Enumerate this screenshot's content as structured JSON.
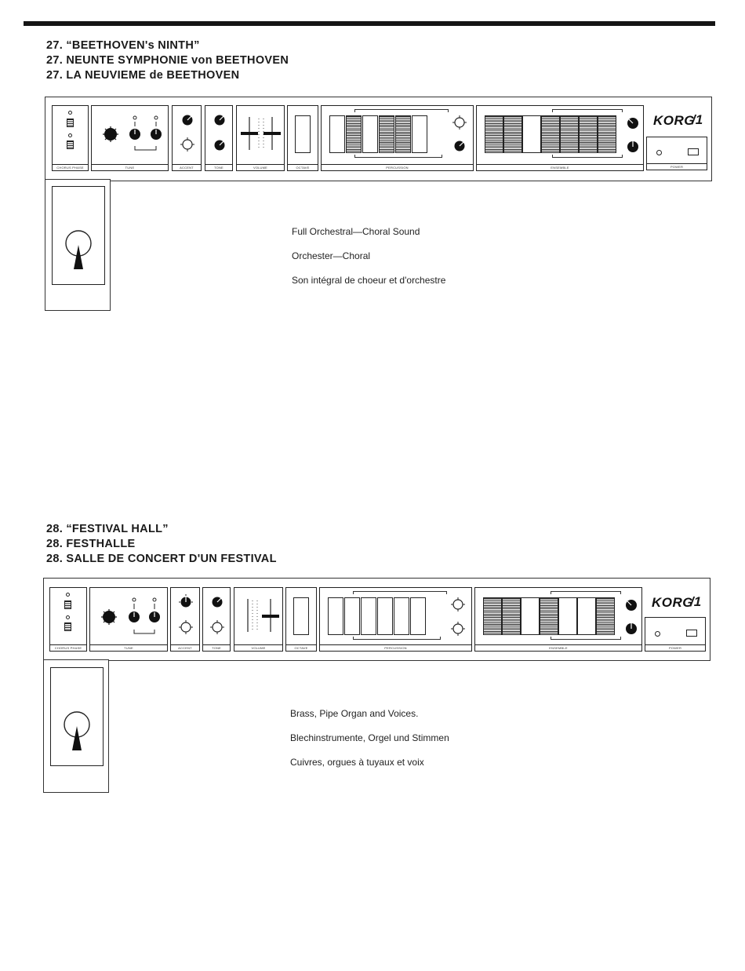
{
  "sections": [
    {
      "heading": [
        "27. “BEETHOVEN's NINTH”",
        "27. NEUNTE SYMPHONIE von BEETHOVEN",
        "27. LA NEUVIEME de BEETHOVEN"
      ],
      "descriptions": [
        "Full Orchestral—Choral Sound",
        "Orchester—Choral",
        "Son intégral de choeur et d'orchestre"
      ],
      "percussion_tabs_on": [
        false,
        true,
        false,
        true,
        true,
        false
      ],
      "ensemble_tabs_on": [
        true,
        true,
        false,
        true,
        true,
        true,
        true
      ],
      "accent_second_knob_dark": false,
      "tone_second_knob_dark": true,
      "volume_sliders": 2,
      "percussion_lower_knob_dark": true
    },
    {
      "heading": [
        "28. “FESTIVAL HALL”",
        "28. FESTHALLE",
        "28. SALLE DE CONCERT D'UN FESTIVAL"
      ],
      "descriptions": [
        "Brass, Pipe Organ and Voices.",
        "Blechinstrumente, Orgel und Stimmen",
        "Cuivres, orgues à tuyaux et voix"
      ],
      "percussion_tabs_on": [
        false,
        false,
        false,
        false,
        false,
        false
      ],
      "ensemble_tabs_on": [
        true,
        true,
        false,
        true,
        false,
        false,
        true
      ],
      "accent_second_knob_dark": false,
      "tone_second_knob_dark": false,
      "volume_sliders": 1,
      "percussion_lower_knob_dark": false
    }
  ],
  "panel_labels": {
    "chorus_phase": "CHORUS PHASE",
    "tune": "TUNE",
    "accent": "ACCENT",
    "tone": "TONE",
    "volume": "VOLUME",
    "octave": "OCTAVE",
    "percussion": "PERCUSSION",
    "ensemble": "ENSEMBLE",
    "power": "POWER"
  },
  "brand": "KORG",
  "icons": {
    "knob": "knob-icon",
    "light": "indicator-light-icon",
    "pedal": "expression-pedal-icon",
    "brand_logo": "korg-logo"
  }
}
